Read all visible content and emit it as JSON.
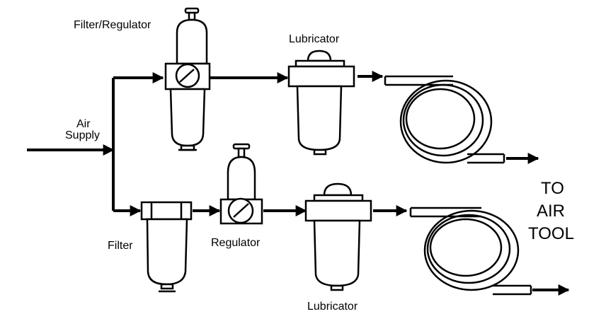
{
  "labels": {
    "filter_regulator": "Filter/Regulator",
    "lubricator_top": "Lubricator",
    "air": "Air",
    "supply": "Supply",
    "filter": "Filter",
    "regulator": "Regulator",
    "lubricator_bottom": "Lubricator",
    "to": "TO",
    "air_word": "AIR",
    "tool": "TOOL"
  },
  "colors": {
    "line": "#000000",
    "background": "#ffffff"
  }
}
